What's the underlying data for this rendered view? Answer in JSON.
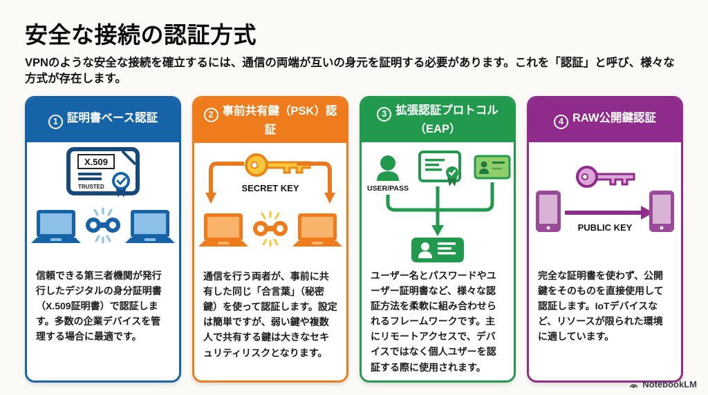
{
  "header": {
    "title": "安全な接続の認証方式",
    "subtitle": "VPNのような安全な接続を確立するには、通信の両端が互いの身元を証明する必要があります。これを「認証」と呼び、様々な方式が存在します。"
  },
  "cards": [
    {
      "number": "1",
      "title": "証明書ベース認証",
      "accent_color": "#1763a8",
      "icon": {
        "cert_title": "X.509",
        "cert_badge": "TRUSTED"
      },
      "body": "信頼できる第三者機関が発行行したデジタルの身分証明書（X.509証明書）で認証します。多数の企業デバイスを管理する場合に最適です。"
    },
    {
      "number": "2",
      "title": "事前共有鍵（PSK）認証",
      "accent_color": "#ee7c1c",
      "icon": {
        "caption": "SECRET KEY"
      },
      "body": "通信を行う両者が、事前に共有した同じ「合言葉」（秘密鍵）を使って認証します。設定は簡単ですが、弱い鍵や複数人で共有する鍵は大きなセキュリティリスクとなります。"
    },
    {
      "number": "3",
      "title": "拡張認証プロトコル（EAP）",
      "accent_color": "#219a4e",
      "icon": {
        "caption": "USER/PASS"
      },
      "body": "ユーザー名とパスワードやユーザー証明書など、様々な認証方法を柔軟に組み合わせられるフレームワークです。主にリモートアクセスで、デバイスではなく個人ユザーを認証する際に使用されます。"
    },
    {
      "number": "4",
      "title": "RAW公開鍵認証",
      "accent_color": "#8e2b8b",
      "icon": {
        "caption": "PUBLIC KEY"
      },
      "body": "完全な証明書を使わず、公開鍵をそのものを直接使用して認証します。IoTデバイスなど、リソースが限られた環境に適しています。"
    }
  ],
  "footer": {
    "brand": "NotebookLM"
  },
  "colors": {
    "background": "#fbfaf7",
    "card_blue": "#1763a8",
    "card_orange": "#ee7c1c",
    "card_green": "#219a4e",
    "card_purple": "#8e2b8b"
  }
}
